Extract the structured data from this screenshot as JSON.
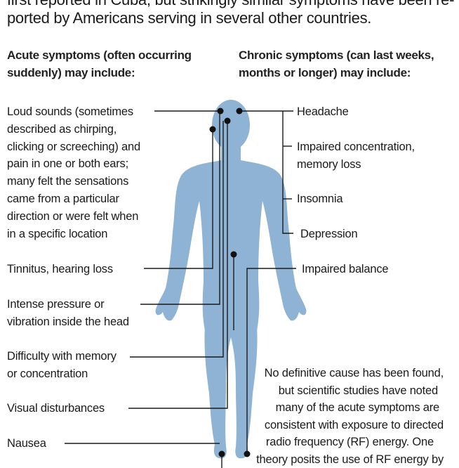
{
  "intro": {
    "line1": "first reported in Cuba, but strikingly similar symptoms have been re-",
    "line2": "ported by Americans serving in several other countries."
  },
  "headers": {
    "acute": "Acute symptoms (often occurring\nsuddenly) may include:",
    "chronic": "Chronic symptoms (can last weeks,\nmonths or longer) may include:"
  },
  "acute_symptoms": [
    "Loud sounds (sometimes\ndescribed as chirping,\nclicking or screeching) and\npain in one or both ears;\nmany felt the sensations\ncame from a particular\ndirection or were felt when\nin a specific location",
    "Tinnitus, hearing loss",
    "Intense pressure or\nvibration inside the head",
    "Difficulty with memory\nor concentration",
    "Visual disturbances",
    "Nausea"
  ],
  "chronic_symptoms": [
    "Headache",
    "Impaired concentration,\nmemory loss",
    "Insomnia",
    "Depression",
    "Impaired balance"
  ],
  "note": {
    "lines": [
      "No definitive cause has been found,",
      "but scientific studies have noted",
      "many of the acute symptoms are",
      "consistent with exposure to directed",
      "radio frequency (RF) energy. One",
      "theory posits the use of RF energy by"
    ]
  },
  "colors": {
    "body": "#8fb3d5",
    "line": "#1a1a1a",
    "text": "#1a1a1a"
  }
}
